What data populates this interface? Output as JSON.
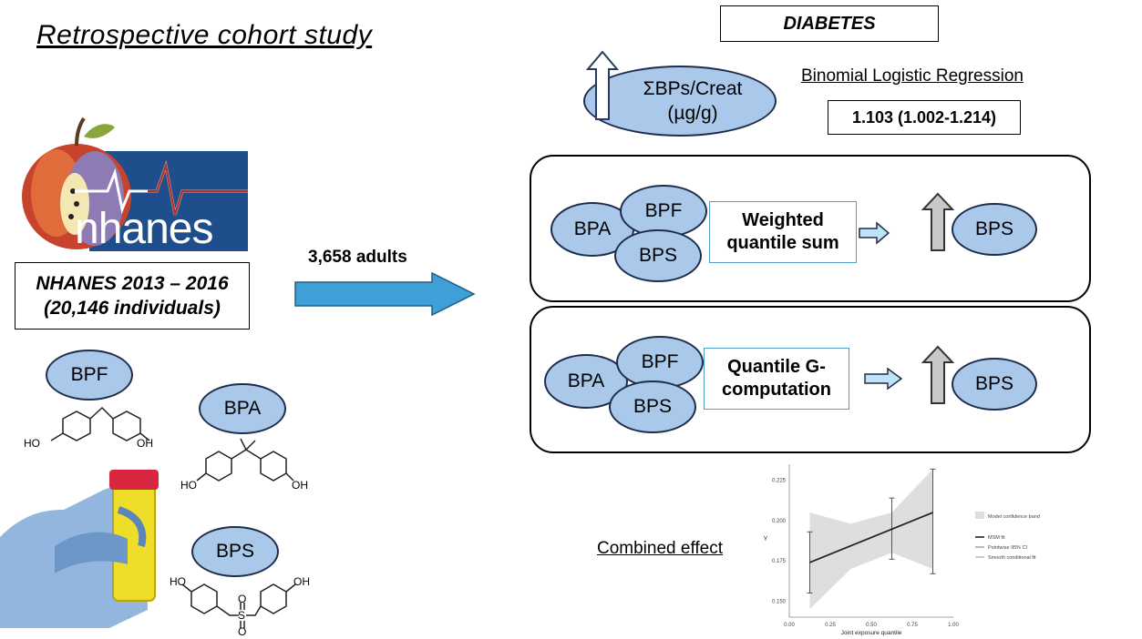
{
  "title": "Retrospective cohort study",
  "nhanes": {
    "logo_text": "nhanes",
    "box_line1": "NHANES 2013 – 2016",
    "box_line2": "(20,146 individuals)"
  },
  "flow": {
    "adults": "3,658 adults"
  },
  "chemicals": [
    "BPF",
    "BPA",
    "BPS"
  ],
  "molecule_labels": {
    "oh": "HO",
    "oh_right": "OH",
    "s": "S",
    "o": "O"
  },
  "outcome": "DIABETES",
  "exposure": {
    "line1": "ΣBPs/Creat",
    "line2": "(µg/g)"
  },
  "logistic": {
    "label": "Binomial Logistic Regression",
    "result": "1.103 (1.002-1.214)"
  },
  "wqs": {
    "label_line1": "Weighted",
    "label_line2": "quantile sum",
    "ellipses": [
      "BPA",
      "BPF",
      "BPS"
    ],
    "result": "BPS"
  },
  "qgcomp": {
    "label_line1": "Quantile G-",
    "label_line2": "computation",
    "ellipses": [
      "BPA",
      "BPF",
      "BPS"
    ],
    "result": "BPS"
  },
  "combined_label": "Combined effect",
  "chart_data": {
    "type": "line",
    "xlabel": "Joint exposure quantile",
    "ylabel": "Y",
    "xlim": [
      0,
      1
    ],
    "ylim": [
      0.14,
      0.235
    ],
    "x_ticks": [
      "0.00",
      "0.25",
      "0.50",
      "0.75",
      "1.00"
    ],
    "y_ticks": [
      "0.150",
      "0.175",
      "0.200",
      "0.225"
    ],
    "legend": [
      "Model confidence band",
      "MSM fit",
      "Pointwise 95% CI",
      "Smooth conditional fit"
    ],
    "series": [
      {
        "name": "MSM fit",
        "x": [
          0.125,
          0.875
        ],
        "y": [
          0.174,
          0.205
        ]
      }
    ],
    "band": {
      "x": [
        0.125,
        0.375,
        0.625,
        0.875
      ],
      "low": [
        0.145,
        0.17,
        0.18,
        0.17
      ],
      "high": [
        0.205,
        0.198,
        0.205,
        0.232
      ]
    },
    "pointwise_ci": [
      {
        "x": 0.125,
        "y": 0.174,
        "low": 0.155,
        "high": 0.193
      },
      {
        "x": 0.625,
        "y": 0.195,
        "low": 0.176,
        "high": 0.214
      },
      {
        "x": 0.875,
        "y": 0.205,
        "low": 0.167,
        "high": 0.232
      }
    ]
  }
}
